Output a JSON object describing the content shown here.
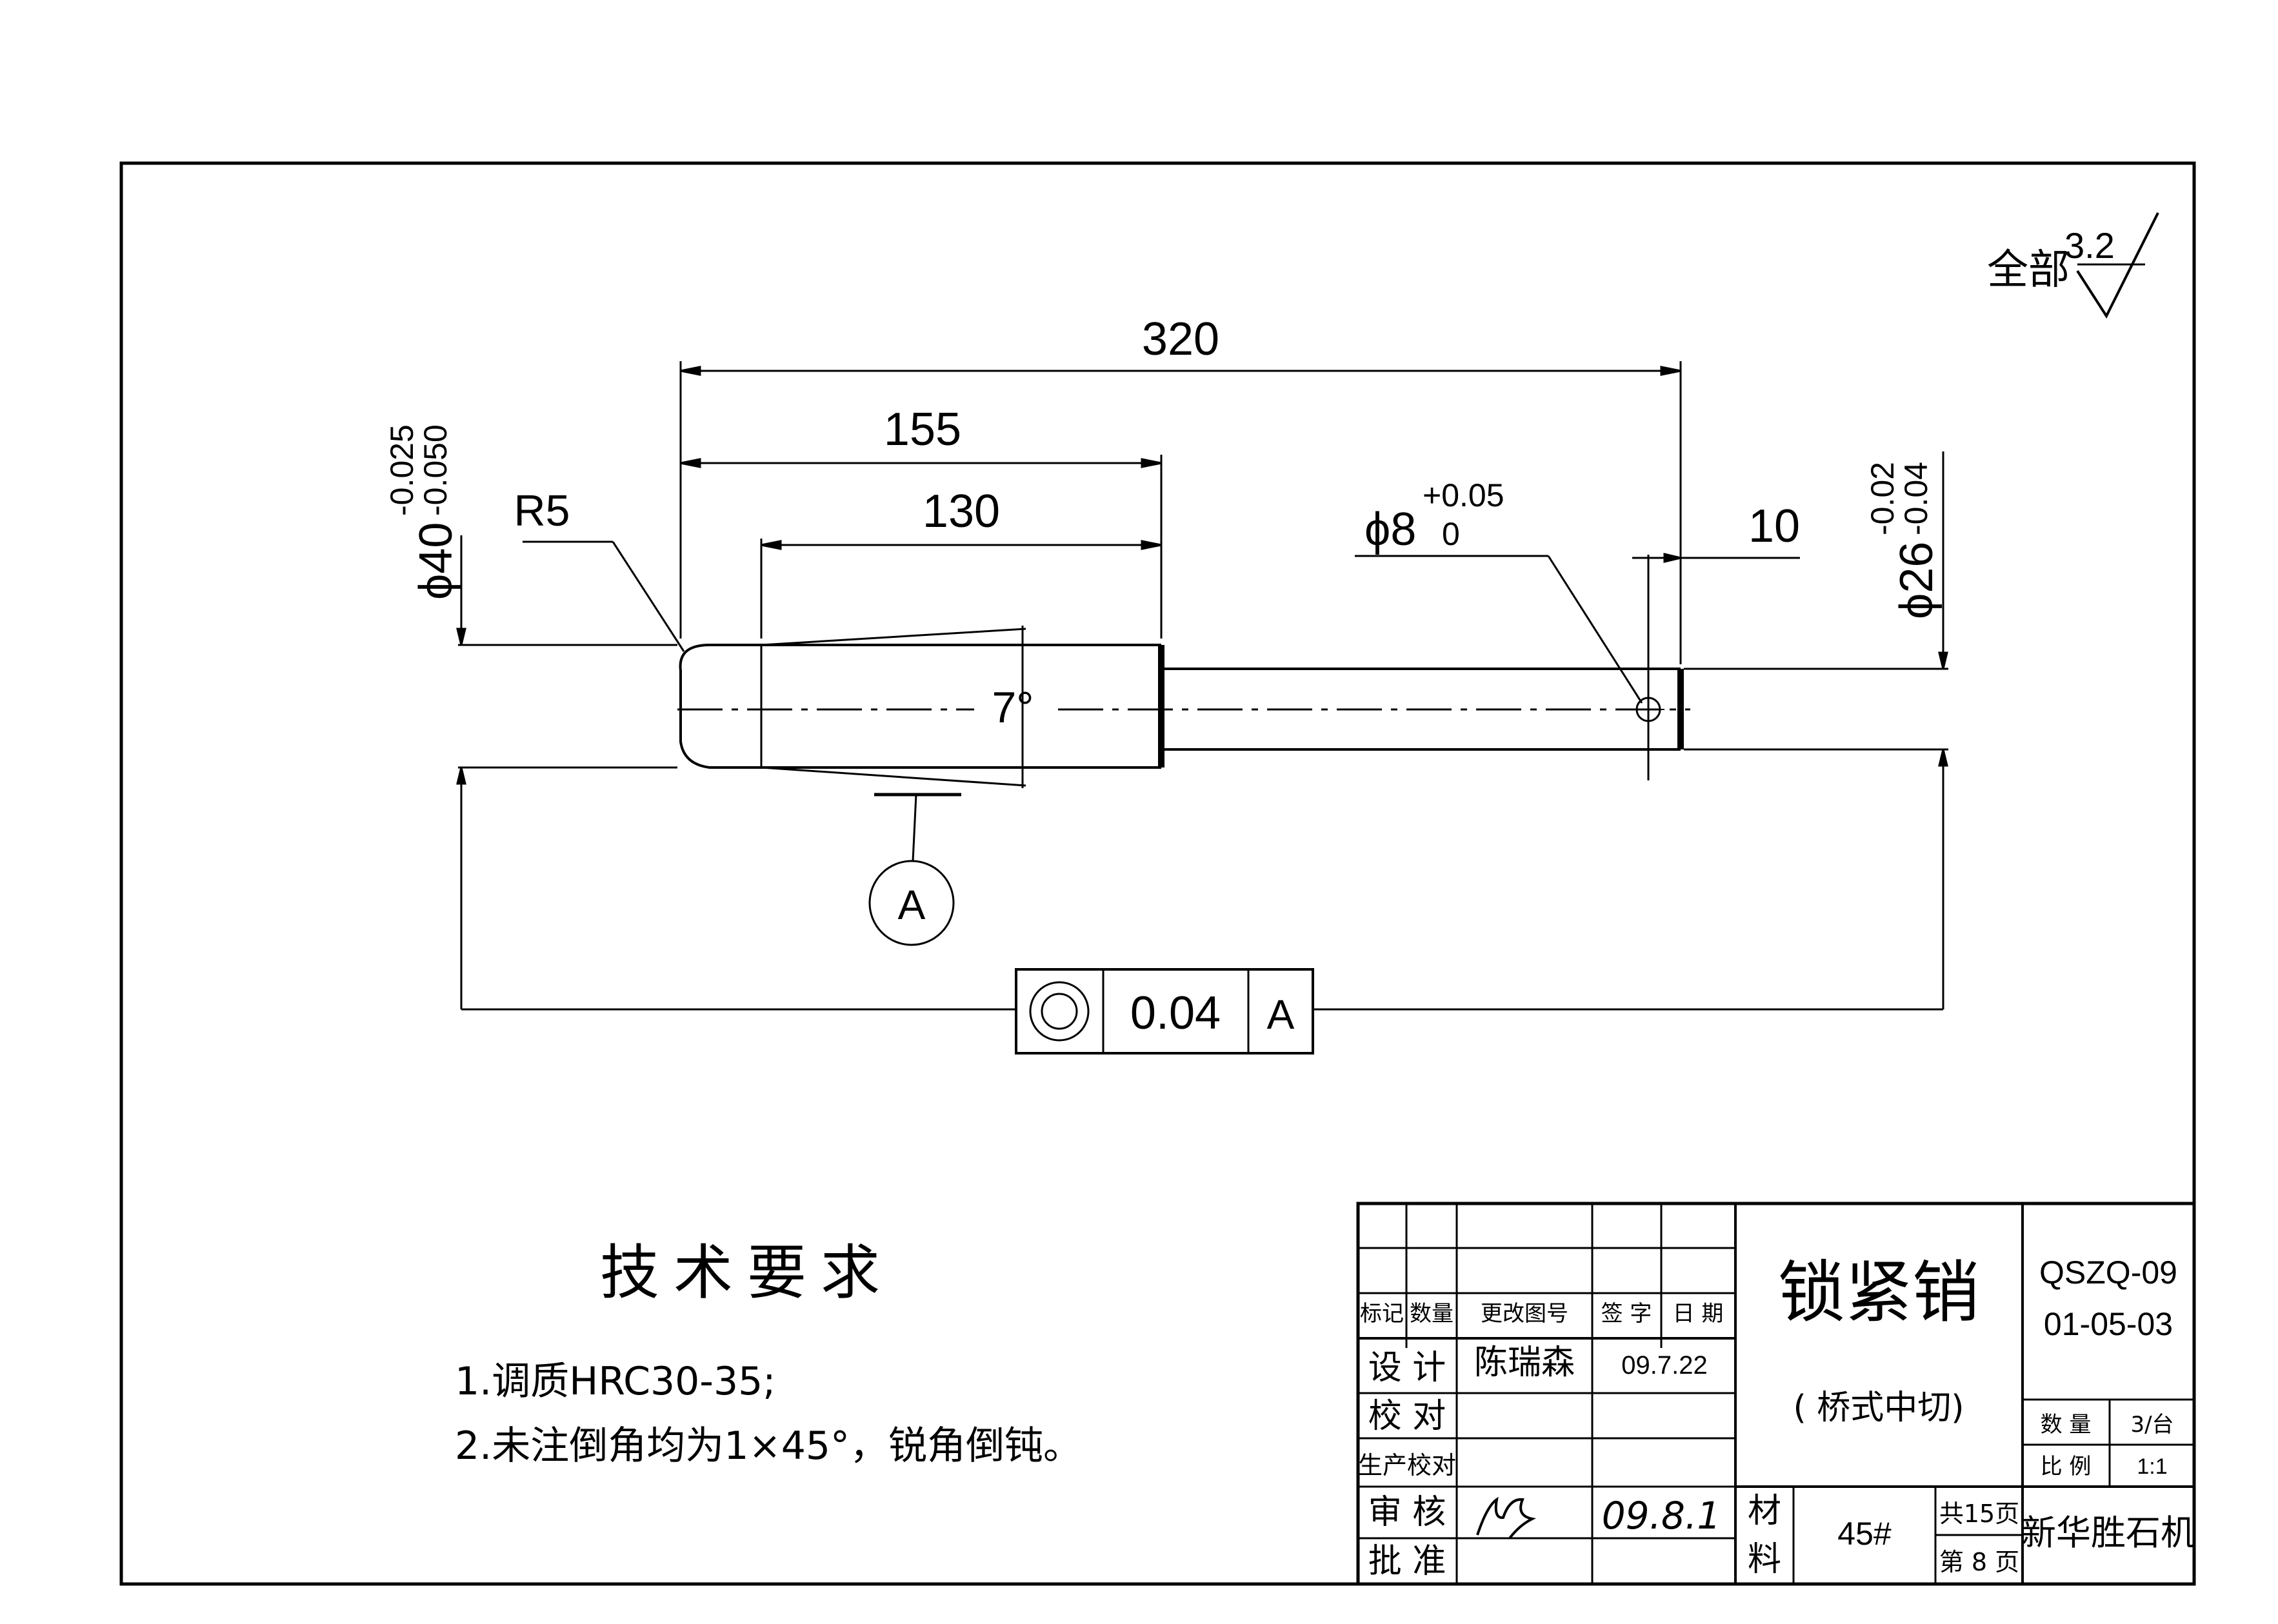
{
  "drawing": {
    "part_name": "锁紧销",
    "subtitle": "( 桥式中切)",
    "drawing_no_line1": "QSZQ-09",
    "drawing_no_line2": "01-05-03",
    "company": "新华胜石机",
    "material": "45#",
    "quantity_label": "数 量",
    "quantity": "3/台",
    "scale_label": "比 例",
    "scale": "1:1",
    "total_pages": "共15页",
    "page": "第 8 页",
    "material_label_1": "材",
    "material_label_2": "料"
  },
  "surface_finish": {
    "label": "全部",
    "value": "3.2"
  },
  "dimensions": {
    "overall_length": "320",
    "length_155": "155",
    "length_130": "130",
    "length_10": "10",
    "radius": "R5",
    "angle": "7°",
    "hole_dia": "ϕ8",
    "hole_tol_upper": "+0.05",
    "hole_tol_lower": "0",
    "dia_40": "ϕ40",
    "dia_40_tol_upper": "-0.025",
    "dia_40_tol_lower": "-0.050",
    "dia_26": "ϕ26",
    "dia_26_tol_upper": "-0.02",
    "dia_26_tol_lower": "-0.04"
  },
  "datum": {
    "label": "A"
  },
  "tolerance_frame": {
    "value": "0.04",
    "datum": "A"
  },
  "tech_requirements": {
    "title": "技术要求",
    "items": [
      "1.调质HRC30-35;",
      "2.未注倒角均为1×45°，锐角倒钝。"
    ]
  },
  "title_block": {
    "headers": [
      "标记",
      "数量",
      "更改图号",
      "签 字",
      "日 期"
    ],
    "rows": [
      {
        "role": "设 计",
        "name": "陈瑞森",
        "date": "09.7.22"
      },
      {
        "role": "校 对",
        "name": "",
        "date": ""
      },
      {
        "role": "生产校对",
        "name": "",
        "date": ""
      },
      {
        "role": "审 核",
        "name": "",
        "date": ""
      },
      {
        "role": "批 准",
        "name": "",
        "date": ""
      }
    ],
    "signature_handwritten_date": "09.8.1"
  }
}
